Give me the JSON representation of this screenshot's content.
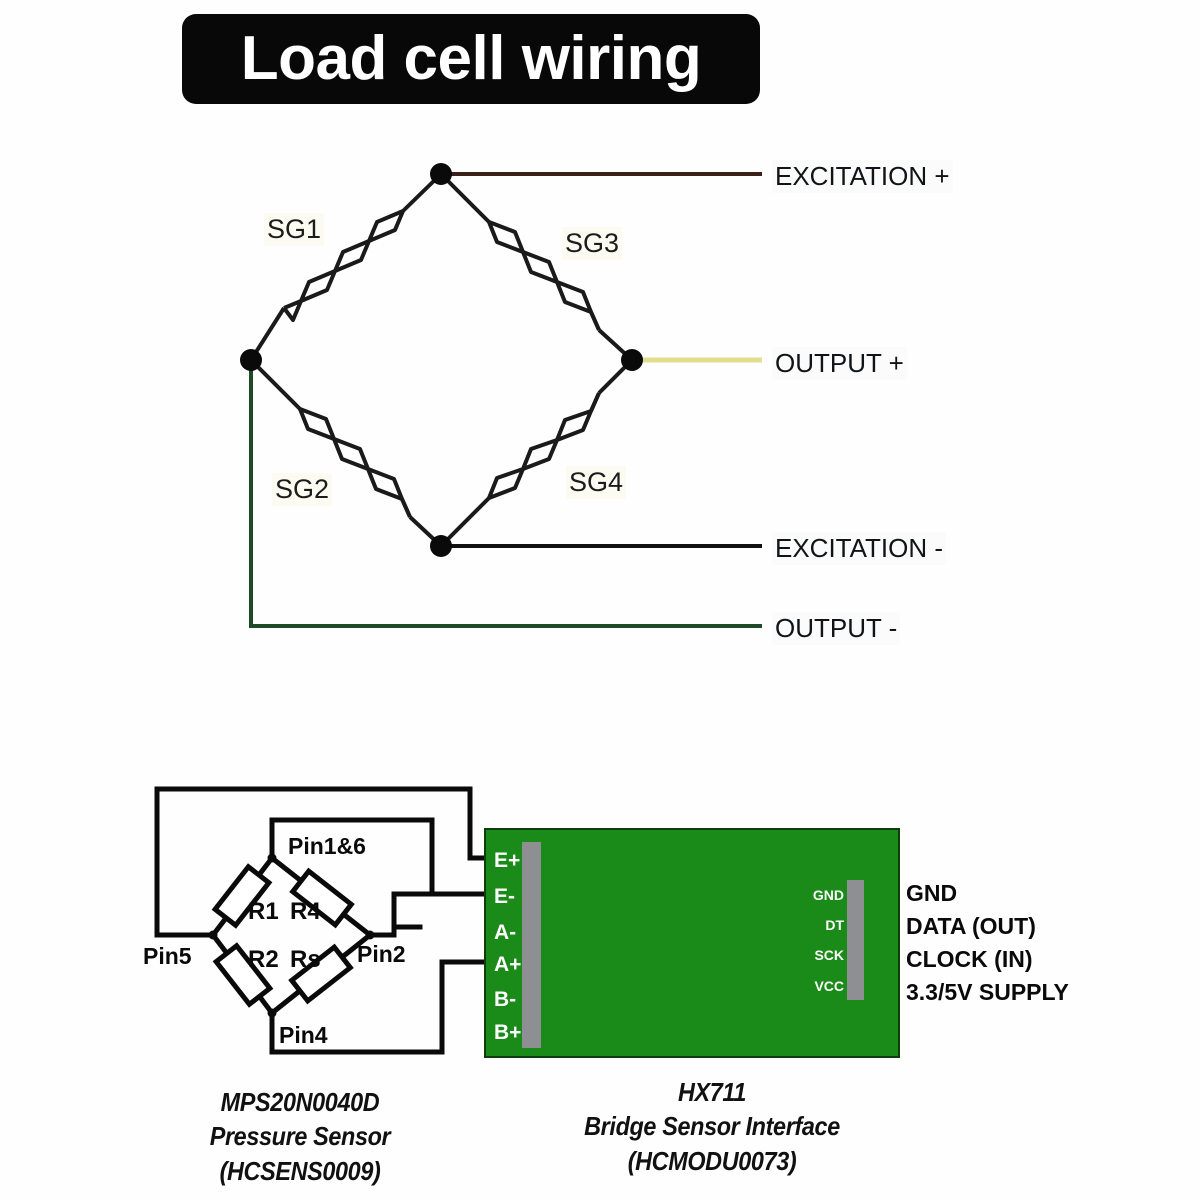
{
  "title": {
    "text": "Load cell wiring"
  },
  "bridge_diagram": {
    "strain_gauges": [
      {
        "id": "SG1",
        "label": "SG1"
      },
      {
        "id": "SG3",
        "label": "SG3"
      },
      {
        "id": "SG2",
        "label": "SG2"
      },
      {
        "id": "SG4",
        "label": "SG4"
      }
    ],
    "terminals": [
      {
        "id": "excitation-plus",
        "label": "EXCITATION +",
        "wire_color": "#3a2018"
      },
      {
        "id": "output-plus",
        "label": "OUTPUT +",
        "wire_color": "#e8e49a"
      },
      {
        "id": "excitation-minus",
        "label": "EXCITATION -",
        "wire_color": "#111111"
      },
      {
        "id": "output-minus",
        "label": "OUTPUT -",
        "wire_color": "#1f4a28"
      }
    ]
  },
  "sensor_schematic": {
    "pins": [
      {
        "id": "pin16",
        "label": "Pin1&6"
      },
      {
        "id": "pin5",
        "label": "Pin5"
      },
      {
        "id": "pin2",
        "label": "Pin2"
      },
      {
        "id": "pin4",
        "label": "Pin4"
      }
    ],
    "resistors": [
      {
        "id": "r1",
        "label": "R1"
      },
      {
        "id": "r4",
        "label": "R4"
      },
      {
        "id": "r2",
        "label": "R2"
      },
      {
        "id": "rs",
        "label": "Rs"
      }
    ],
    "caption_lines": [
      "MPS20N0040D",
      "Pressure Sensor",
      "(HCSENS0009)"
    ]
  },
  "hx711_board": {
    "board_color": "#1a8a18",
    "header_color": "#8d8f92",
    "left_pins": [
      {
        "id": "e-plus",
        "label": "E+"
      },
      {
        "id": "e-minus",
        "label": "E-"
      },
      {
        "id": "a-minus",
        "label": "A-"
      },
      {
        "id": "a-plus",
        "label": "A+"
      },
      {
        "id": "b-minus",
        "label": "B-"
      },
      {
        "id": "b-plus",
        "label": "B+"
      }
    ],
    "right_pins": [
      {
        "id": "gnd",
        "label": "GND",
        "description": "GND"
      },
      {
        "id": "dt",
        "label": "DT",
        "description": "DATA (OUT)"
      },
      {
        "id": "sck",
        "label": "SCK",
        "description": "CLOCK (IN)"
      },
      {
        "id": "vcc",
        "label": "VCC",
        "description": "3.3/5V SUPPLY"
      }
    ],
    "caption_lines": [
      "HX711",
      "Bridge Sensor Interface",
      "(HCMODU0073)"
    ]
  }
}
